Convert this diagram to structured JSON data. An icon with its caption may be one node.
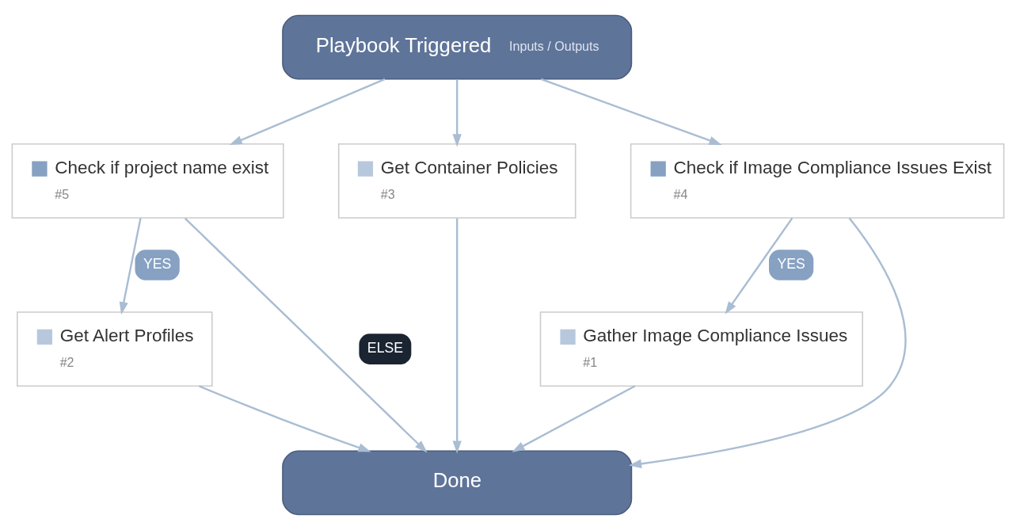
{
  "diagram": {
    "nodes": [
      {
        "text": [
          "Playbook Triggered",
          "Inputs / Outputs"
        ]
      },
      {
        "text": [
          "Check if project name exist",
          "#5"
        ]
      },
      {
        "text": [
          "Get Container Policies",
          "#3"
        ]
      },
      {
        "text": [
          "Check if Image Compliance Issues Exist",
          "#4"
        ]
      },
      {
        "text": [
          "Get Alert Profiles",
          "#2"
        ]
      },
      {
        "text": [
          "Gather Image Compliance Issues",
          "#1"
        ]
      },
      {
        "text": [
          "Done"
        ]
      }
    ],
    "edges": [
      {
        "from": 0,
        "to": 1,
        "arrow": "to"
      },
      {
        "from": 0,
        "to": 2,
        "arrow": "to"
      },
      {
        "from": 0,
        "to": 3,
        "arrow": "to"
      },
      {
        "from": 1,
        "to": 4,
        "arrow": "to",
        "label": "YES"
      },
      {
        "from": 3,
        "to": 5,
        "arrow": "to",
        "label": "YES"
      },
      {
        "from": 1,
        "to": 6,
        "arrow": "to",
        "label": "ELSE"
      },
      {
        "from": 2,
        "to": 6,
        "arrow": "to"
      },
      {
        "from": 3,
        "to": 6,
        "arrow": "to"
      },
      {
        "from": 4,
        "to": 6,
        "arrow": "to"
      },
      {
        "from": 5,
        "to": 6,
        "arrow": "to"
      }
    ]
  }
}
